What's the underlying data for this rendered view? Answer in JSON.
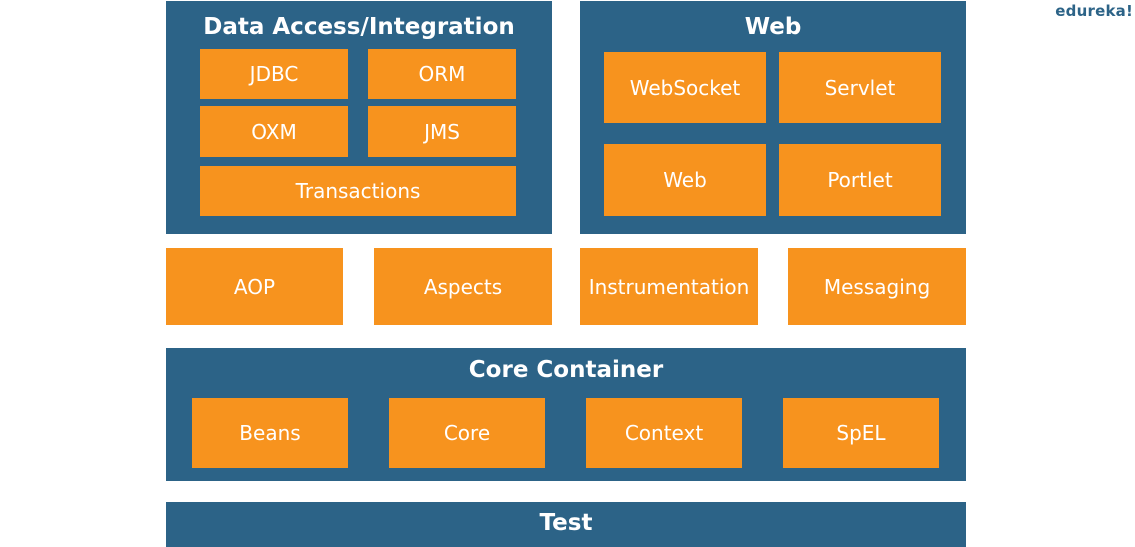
{
  "brand": {
    "logo_text": "edureka!"
  },
  "colors": {
    "panel": "#2c6387",
    "module": "#f7931e",
    "text": "#ffffff"
  },
  "data_access": {
    "title": "Data Access/Integration",
    "modules": [
      "JDBC",
      "ORM",
      "OXM",
      "JMS",
      "Transactions"
    ]
  },
  "web": {
    "title": "Web",
    "modules": [
      "WebSocket",
      "Servlet",
      "Web",
      "Portlet"
    ]
  },
  "middle_row": {
    "modules": [
      "AOP",
      "Aspects",
      "Instrumentation",
      "Messaging"
    ]
  },
  "core_container": {
    "title": "Core Container",
    "modules": [
      "Beans",
      "Core",
      "Context",
      "SpEL"
    ]
  },
  "test": {
    "title": "Test"
  }
}
